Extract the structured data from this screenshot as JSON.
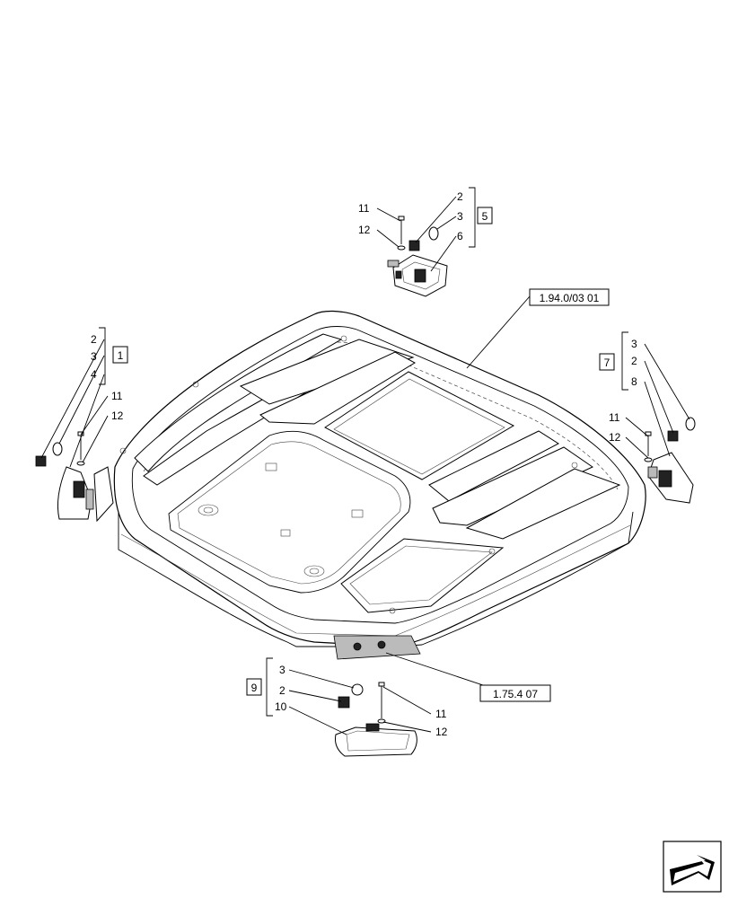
{
  "callouts": {
    "top": {
      "box": "5",
      "items": [
        "2",
        "3",
        "6"
      ],
      "bolt": "11",
      "washer": "12"
    },
    "left": {
      "box": "1",
      "items": [
        "2",
        "3",
        "4"
      ],
      "bolt": "11",
      "washer": "12"
    },
    "right": {
      "box": "7",
      "items": [
        "3",
        "2",
        "8"
      ],
      "bolt": "11",
      "washer": "12"
    },
    "bottom": {
      "box": "9",
      "items": [
        "3",
        "2",
        "10"
      ],
      "bolt": "11",
      "washer": "12"
    }
  },
  "references": {
    "roof": "1.94.0/03 01",
    "connector": "1.75.4 07"
  },
  "nav_icon": "next-page-arrow-icon"
}
